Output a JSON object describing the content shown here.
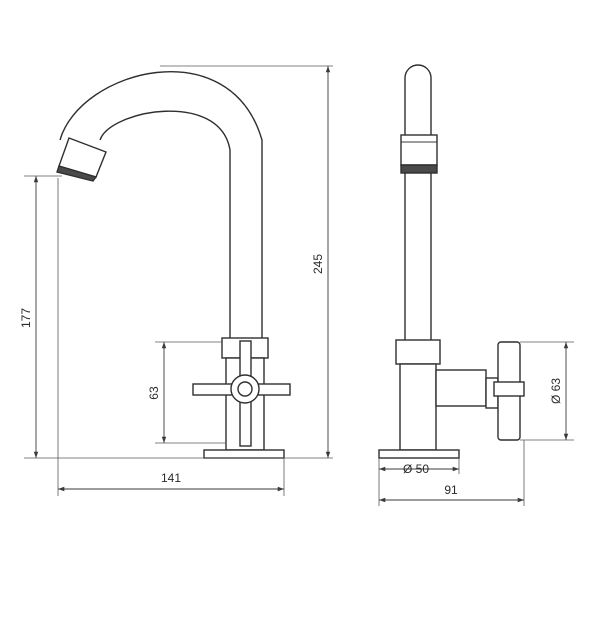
{
  "dimensions": {
    "front_height_total": "245",
    "front_spout_height": "177",
    "front_handle_height": "63",
    "front_width": "141",
    "side_base_diameter": "Ø 50",
    "side_depth": "91",
    "side_handle_diameter": "Ø 63"
  },
  "colors": {
    "line": "#2f2f2f",
    "fill_dark": "#4a4a4a",
    "background": "#ffffff"
  }
}
